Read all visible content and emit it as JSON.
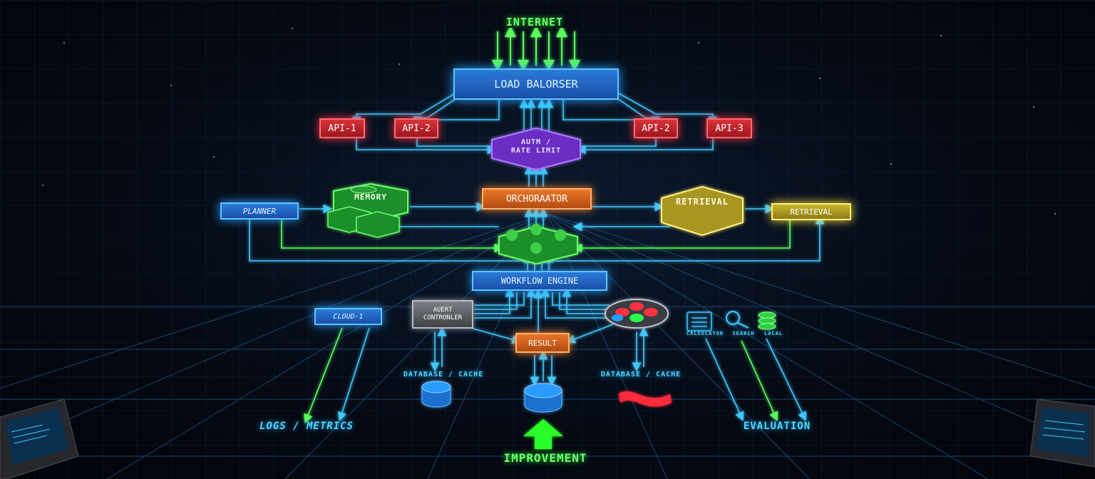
{
  "diagram": {
    "internet": "INTERNET",
    "load_balancer": "LOAD BALORSER",
    "api_nodes": [
      "API-1",
      "API-2",
      "API-2",
      "API-3"
    ],
    "auth": [
      "AUTM /",
      "RATE LIMIT"
    ],
    "memory": "MEMORY",
    "planner": "PLANNER",
    "orchestrator": "ORCHORAATOR",
    "retrieval_hex": "RETRIEVAL",
    "retrieval_box": "RETRIEVAL",
    "workflow_engine": "WORKFLOW ENGINE",
    "cloud": "CLOUD-1",
    "agent_controller": [
      "AUERT",
      "CONTRONLER"
    ],
    "result": "RESULT",
    "db_left": "DATABASE / CACHE",
    "db_right": "DATABASE / CACHE",
    "tools": [
      "CALEULATOR",
      "SEARCH",
      "LOCAL"
    ],
    "logs": "LOGS / METRICS",
    "evaluation": "EVALUATION",
    "improvement": "IMPROVEMENT"
  },
  "colors": {
    "blue": "#2a7bd8",
    "red": "#d8323a",
    "orange": "#e8762b",
    "yellow": "#c9b52e",
    "purple": "#7b3fd8",
    "green": "#2fbf3f",
    "connector": "#3fc8ff",
    "arrow_green": "#5cff5c"
  },
  "icons": [
    "database-icon",
    "calculator-icon",
    "search-icon",
    "stack-icon",
    "terminal-icon",
    "up-arrow-icon"
  ]
}
